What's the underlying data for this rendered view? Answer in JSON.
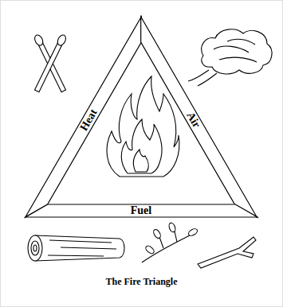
{
  "diagram": {
    "caption": "The Fire Triangle",
    "nodes": [
      {
        "text": [
          "Heat"
        ]
      },
      {
        "text": [
          "Air"
        ]
      },
      {
        "text": [
          "Fuel"
        ]
      }
    ]
  }
}
